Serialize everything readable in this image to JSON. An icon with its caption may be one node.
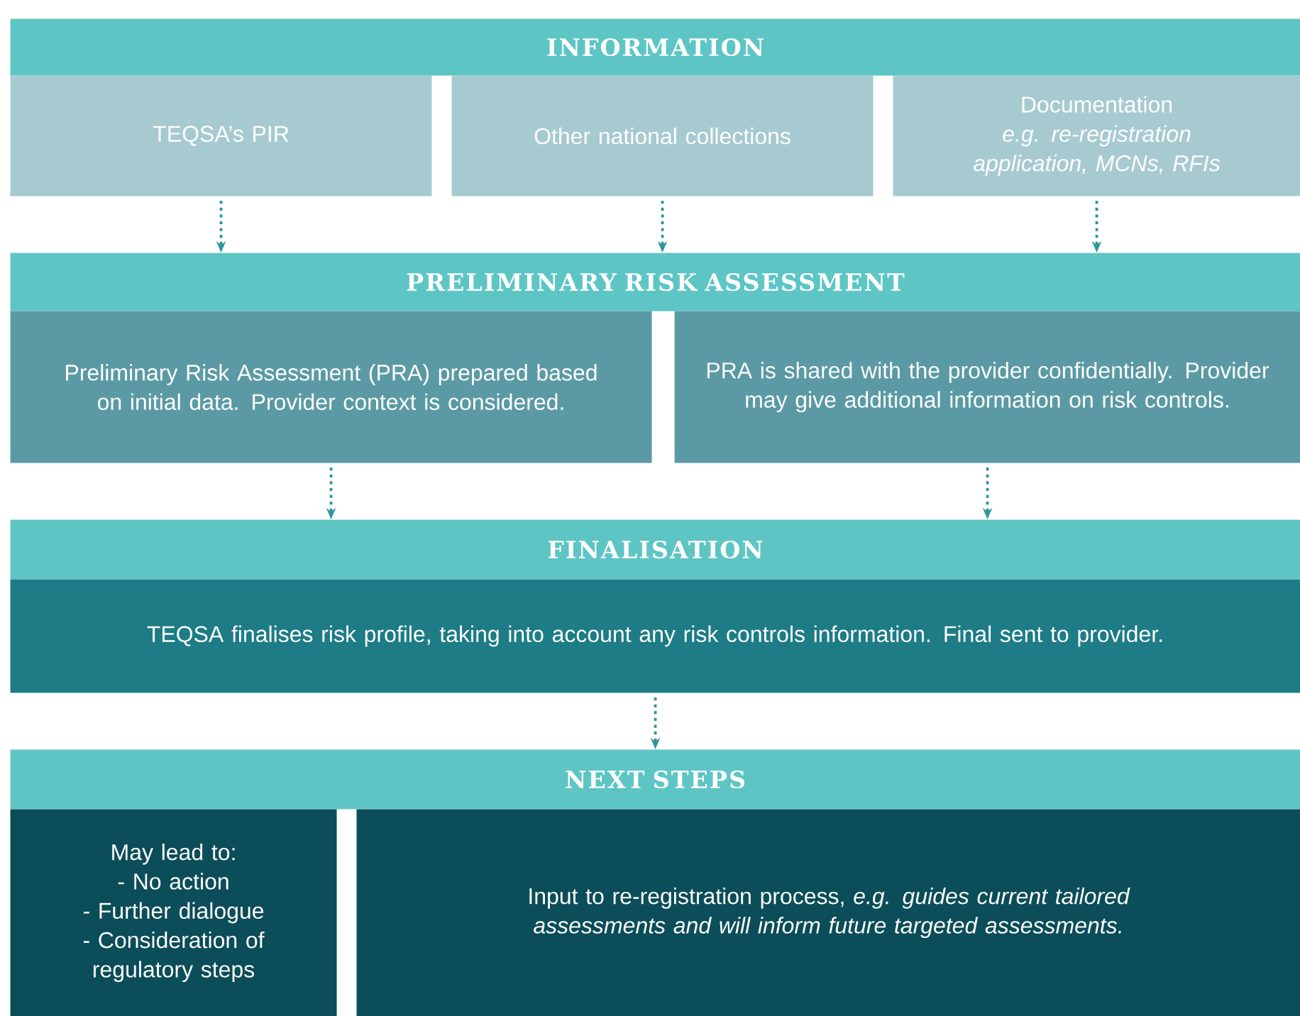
{
  "diagram": {
    "nodes": [
      {
        "text": [
          "INFORMATION"
        ]
      },
      {
        "text": [
          "TEQSA’s PIR"
        ]
      },
      {
        "text": [
          "Other national collections"
        ]
      },
      {
        "text": [
          "Documentation",
          "e.g. re-registration application, MCNs, RFIs"
        ]
      },
      {
        "text": [
          "PRELIMINARY RISK ASSESSMENT"
        ]
      },
      {
        "text": [
          "Preliminary Risk Assessment (PRA) prepared based on initial data. Provider context is considered."
        ]
      },
      {
        "text": [
          "PRA is shared with the provider confidentially. Provider may give additional information on risk controls."
        ]
      },
      {
        "text": [
          "FINALISATION"
        ]
      },
      {
        "text": [
          "TEQSA finalises risk profile, taking into account any risk controls information. Final sent to provider."
        ]
      },
      {
        "text": [
          "NEXT STEPS"
        ]
      },
      {
        "text": [
          "May lead to:",
          "- No action",
          "- Further dialogue",
          "- Consideration of regulatory steps"
        ]
      },
      {
        "text": [
          "Input to re-registration process, *e.g. guides current tailored assessments and will inform future targeted assessments.*"
        ]
      }
    ],
    "edges": [
      {
        "from": 1,
        "to": 4,
        "arrow": "to"
      },
      {
        "from": 2,
        "to": 4,
        "arrow": "to"
      },
      {
        "from": 3,
        "to": 4,
        "arrow": "to"
      },
      {
        "from": 5,
        "to": 7,
        "arrow": "to"
      },
      {
        "from": 6,
        "to": 7,
        "arrow": "to"
      },
      {
        "from": 8,
        "to": 9,
        "arrow": "to"
      }
    ]
  }
}
